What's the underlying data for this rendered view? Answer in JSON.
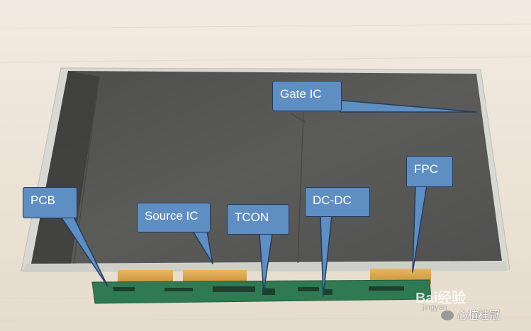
{
  "callouts": {
    "gate_ic": "Gate IC",
    "pcb": "PCB",
    "source_ic": "Source IC",
    "tcon": "TCON",
    "dc_dc": "DC-DC",
    "fpc": "FPC"
  },
  "watermark": {
    "baidu_text": "Bai经验",
    "baidu_sub": "jingyan",
    "wechat_text": "心植桂冠"
  },
  "colors": {
    "callout_fill": "#5f8ec2",
    "callout_border": "#243c5f",
    "panel": "#5a5a58",
    "pcb_board": "#2f7a52",
    "fpc": "#d9a64a",
    "table": "#ece3d6"
  }
}
